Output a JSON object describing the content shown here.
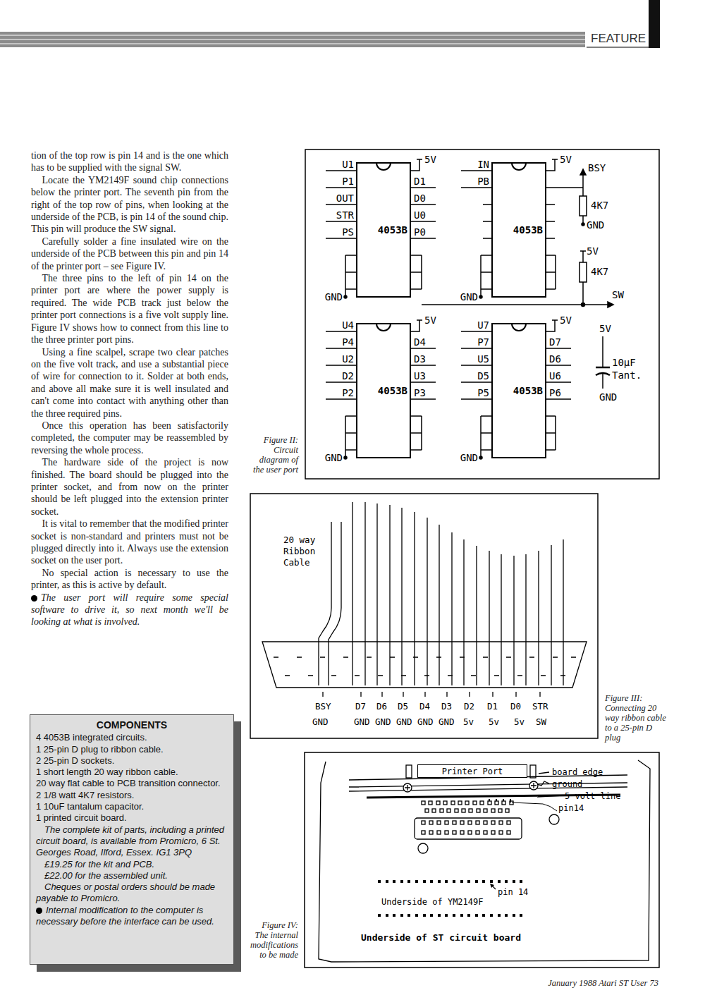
{
  "diagram": {
    "nodes": [
      {
        "text": [
          "4053B"
        ]
      },
      {
        "text": [
          "4053B"
        ]
      },
      {
        "text": [
          "4053B"
        ]
      },
      {
        "text": [
          "4053B"
        ]
      },
      {
        "text": [
          "Printer Port"
        ]
      },
      {
        "text": [
          "COMPONENTS",
          "4 4053B integrated circuits.",
          "1 25-pin D plug to ribbon cable.",
          "2 25-pin D sockets.",
          "1 short length 20 way ribbon cable.",
          "20 way flat cable to PCB transition connector.",
          "2 1/8 watt 4K7 resistors.",
          "1 10uF tantalum capacitor.",
          "1 printed circuit board.",
          "The complete kit of parts, including a printed circuit board, is available from Promicro, 6 St. Georges Road, Ilford, Essex. IG1 3PQ",
          "£19.25 for the kit and PCB.",
          "£22.00 for the assembled unit.",
          "Cheques or postal orders should be made payable to Promicro.",
          "Internal modification to the computer is necessary before the interface can be used."
        ]
      }
    ],
    "labels": [
      "FEATURE",
      "tion of the top row is pin 14 and is the one which has to be supplied with the signal SW.",
      "Locate the YM2149F sound chip connections below the printer port. The seventh pin from the right of the top row of pins, when looking at the underside of the PCB, is pin 14 of the sound chip. This pin will produce the SW signal.",
      "Carefully solder a fine insulated wire on the underside of the PCB between this pin and pin 14 of the printer port – see Figure IV.",
      "The three pins to the left of pin 14 on the printer port are where the power supply is required. The wide PCB track just below the printer port connections is a five volt supply line. Figure IV shows how to connect from this line to the three printer port pins.",
      "Using a fine scalpel, scrape two clear patches on the five volt track, and use a substantial piece of wire for connection to it. Solder at both ends, and above all make sure it is well insulated and can't come into contact with anything other than the three required pins.",
      "Once this operation has been satisfactorily completed, the computer may be reassembled by reversing the whole process.",
      "The hardware side of the project is now finished. The board should be plugged into the printer socket, and from now on the printer should be left plugged into the extension printer socket.",
      "It is vital to remember that the modified printer socket is non-standard and printers must not be plugged directly into it. Always use the extension socket on the user port.",
      "No special action is necessary to use the printer, as this is active by default.",
      "The user port will require some special software to drive it, so next month we'll be looking at what is involved.",
      "Figure II: Circuit diagram of the user port",
      "U1",
      "P1",
      "OUT",
      "STR",
      "PS",
      "D1",
      "D0",
      "U0",
      "P0",
      "5V",
      "GND",
      "IN",
      "PB",
      "5V",
      "GND",
      "BSY",
      "4K7",
      "GND",
      "5V",
      "4K7",
      "SW",
      "U4",
      "P4",
      "U2",
      "D2",
      "P2",
      "D4",
      "D3",
      "U3",
      "P3",
      "5V",
      "GND",
      "U7",
      "P7",
      "U5",
      "D5",
      "P5",
      "D7",
      "D6",
      "U6",
      "P6",
      "5V",
      "GND",
      "5V",
      "10μF",
      "Tant.",
      "GND",
      "20 way Ribbon Cable",
      "BSY",
      "D7",
      "D6",
      "D5",
      "D4",
      "D3",
      "D2",
      "D1",
      "D0",
      "STR",
      "GND",
      "GND",
      "GND",
      "GND",
      "GND",
      "GND",
      "5v",
      "5v",
      "5v",
      "SW",
      "Figure III: Connecting 20 way ribbon cable to a 25-pin D plug",
      "board edge",
      "ground",
      "5 volt line",
      "pin14",
      "pin 14",
      "Underside of YM2149F",
      "Underside of ST circuit board",
      "Figure IV: The internal modifications to be made",
      "January 1988 Atari ST User 73"
    ]
  }
}
